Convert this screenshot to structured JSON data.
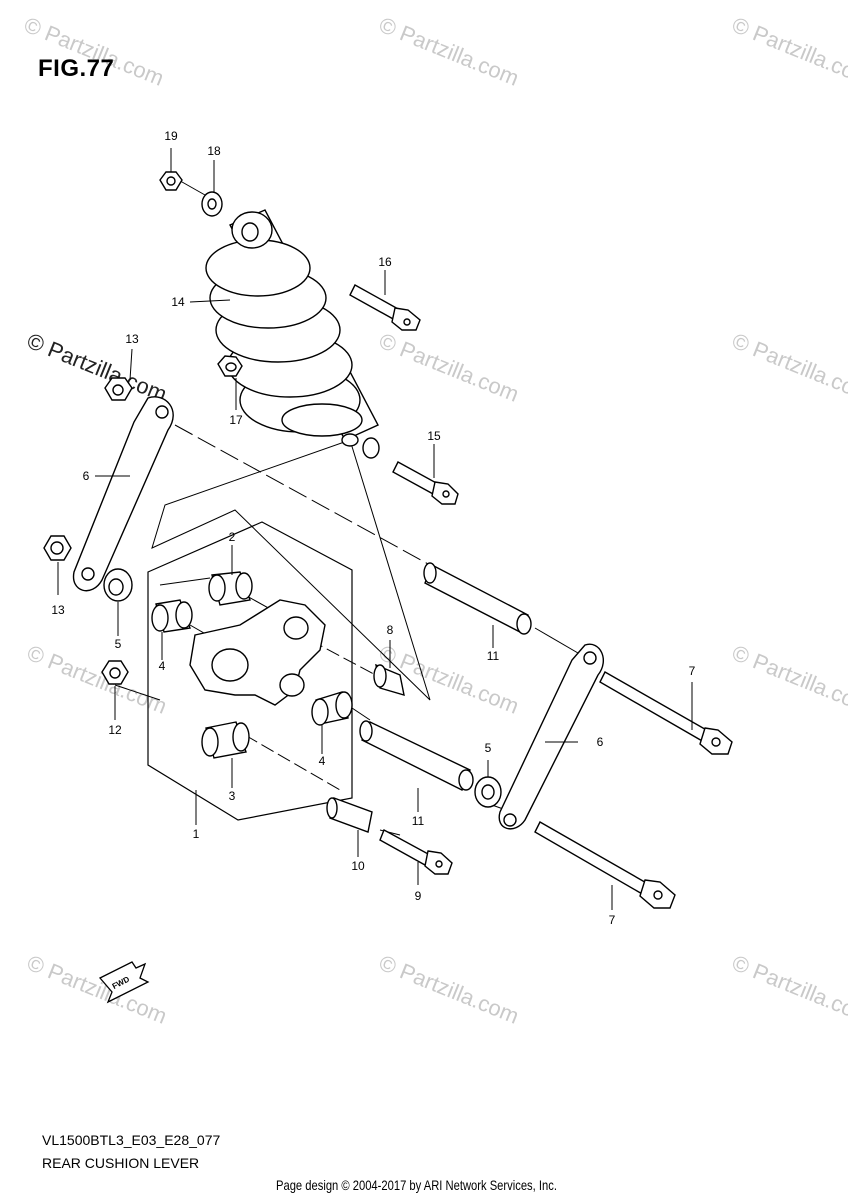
{
  "figure": {
    "title": "FIG.77"
  },
  "watermark": {
    "text": "© Partzilla.com"
  },
  "callouts": [
    "19",
    "18",
    "16",
    "14",
    "13",
    "17",
    "15",
    "6",
    "2",
    "13",
    "5",
    "4",
    "8",
    "11",
    "7",
    "12",
    "4",
    "5",
    "6",
    "3",
    "11",
    "1",
    "10",
    "9",
    "7"
  ],
  "fwd_label": "FWD",
  "footer": {
    "model_code": "VL1500BTL3_E03_E28_077",
    "diagram_name": "REAR CUSHION LEVER",
    "credit": "Page design © 2004-2017 by ARI Network Services, Inc."
  }
}
